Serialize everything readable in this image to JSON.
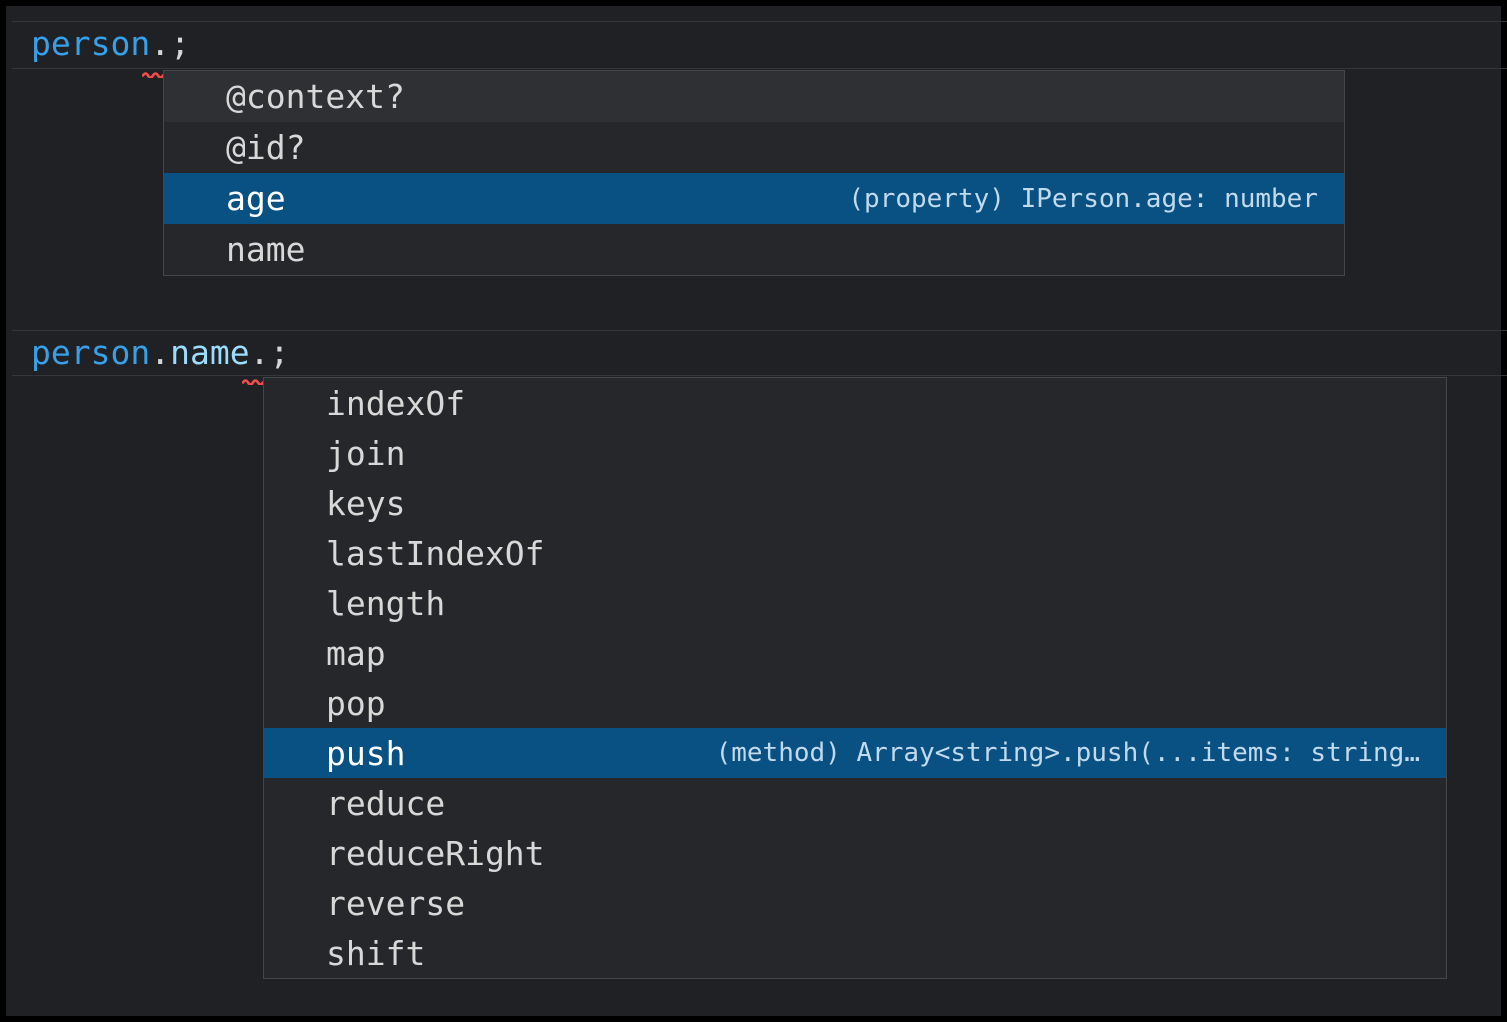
{
  "colors": {
    "frame_background": "#000000",
    "editor_background": "#202124",
    "suggest_background": "#26272a",
    "suggest_border": "#44464b",
    "selection_background": "#0a5183",
    "variable_token_color": "#38a0e8",
    "property_token_color": "#9cdcfe",
    "punctuation_color": "#d6d6d6",
    "field_icon_color": "#6cb2ef",
    "method_icon_color": "#b180d7",
    "error_squiggle_color": "#f14c4c"
  },
  "editor": {
    "line1": {
      "tokens": {
        "t0": "person",
        "t1": ".",
        "t2": ";"
      }
    },
    "line2": {
      "tokens": {
        "t0": "person",
        "t1": ".",
        "t2": "name",
        "t3": ".",
        "t4": ";"
      }
    }
  },
  "suggest_widget_1": {
    "items": [
      {
        "label": "@context?",
        "kind": "field"
      },
      {
        "label": "@id?",
        "kind": "field"
      },
      {
        "label": "age",
        "kind": "field",
        "selected": true,
        "detail": "(property) IPerson.age: number"
      },
      {
        "label": "name",
        "kind": "field"
      }
    ]
  },
  "suggest_widget_2": {
    "items": [
      {
        "label": "indexOf",
        "kind": "method"
      },
      {
        "label": "join",
        "kind": "method"
      },
      {
        "label": "keys",
        "kind": "method"
      },
      {
        "label": "lastIndexOf",
        "kind": "method"
      },
      {
        "label": "length",
        "kind": "field"
      },
      {
        "label": "map",
        "kind": "method"
      },
      {
        "label": "pop",
        "kind": "method"
      },
      {
        "label": "push",
        "kind": "method",
        "selected": true,
        "detail": "(method) Array<string>.push(...items: string…"
      },
      {
        "label": "reduce",
        "kind": "method"
      },
      {
        "label": "reduceRight",
        "kind": "method"
      },
      {
        "label": "reverse",
        "kind": "method"
      },
      {
        "label": "shift",
        "kind": "method"
      }
    ]
  }
}
